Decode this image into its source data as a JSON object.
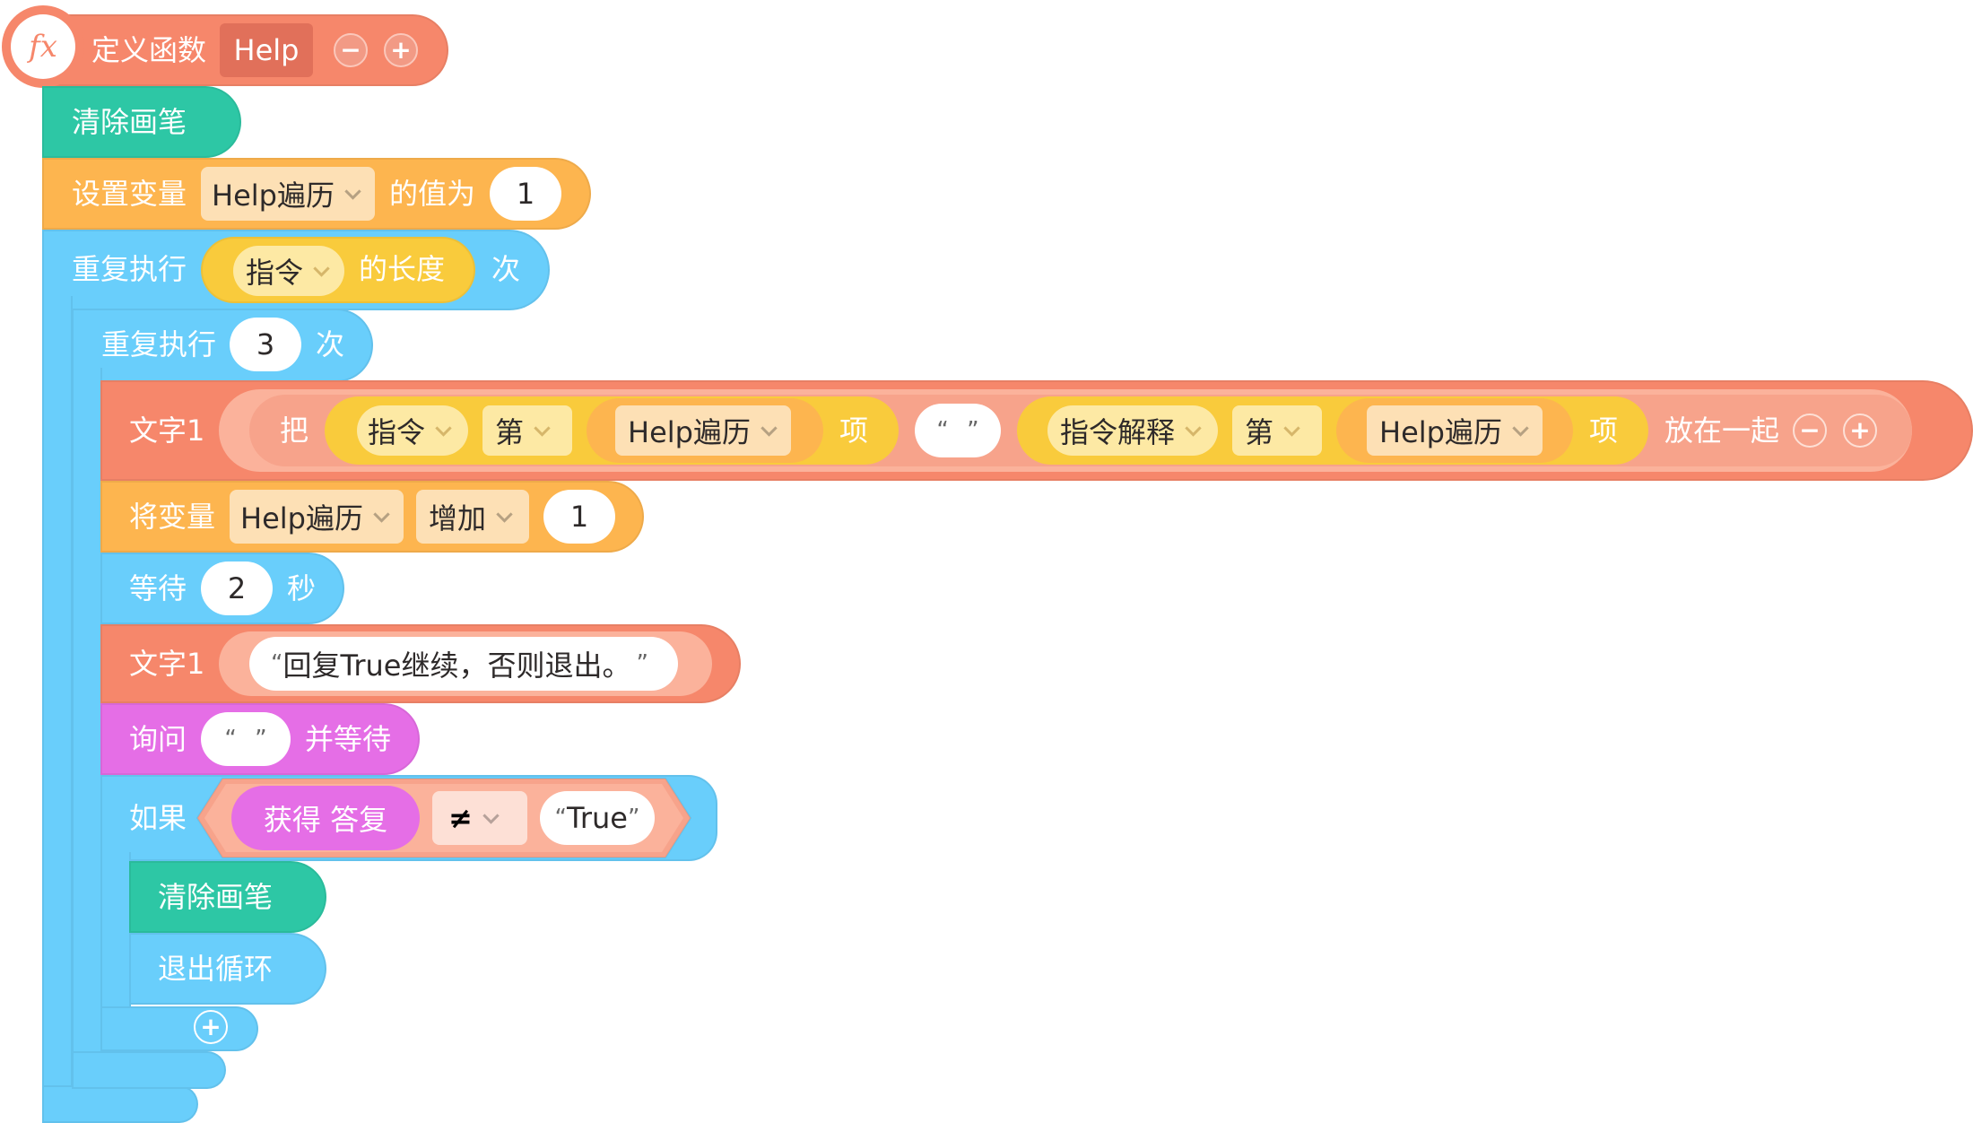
{
  "colors": {
    "func": "#f6876b",
    "pen": "#2dc7a5",
    "variable": "#fdb54f",
    "control": "#69cefb",
    "text": "#f6876b",
    "ask": "#e56ee6",
    "operator": "#f9cb3c",
    "white": "#ffffff"
  },
  "define": {
    "icon_text": "fx",
    "label": "定义函数",
    "name": "Help",
    "minus": "−",
    "plus": "+"
  },
  "clear_pen_1": {
    "label": "清除画笔"
  },
  "set_var": {
    "label": "设置变量",
    "variable": "Help遍历",
    "label2": "的值为",
    "value": "1"
  },
  "repeat_outer": {
    "label": "重复执行",
    "list": "指令",
    "length_label": "的长度",
    "times": "次"
  },
  "repeat_inner": {
    "label": "重复执行",
    "count": "3",
    "times": "次"
  },
  "text_join": {
    "label": "文字1",
    "join_label": "把",
    "list1": "指令",
    "nth1": "第",
    "index1": "Help遍历",
    "item1": "项",
    "open_quote": "“",
    "close_quote": "”",
    "list2": "指令解释",
    "nth2": "第",
    "index2": "Help遍历",
    "item2": "项",
    "together": "放在一起",
    "minus": "−",
    "plus": "+"
  },
  "change_var": {
    "label": "将变量",
    "variable": "Help遍历",
    "op": "增加",
    "value": "1"
  },
  "wait": {
    "label": "等待",
    "seconds": "2",
    "unit": "秒"
  },
  "text_say": {
    "label": "文字1",
    "open_quote": "“",
    "message": "回复True继续，否则退出。",
    "close_quote": "”"
  },
  "ask": {
    "label": "询问",
    "open_quote": "“",
    "close_quote": "”",
    "suffix": "并等待"
  },
  "if_block": {
    "label": "如果",
    "answer": "获得 答复",
    "operator": "≠",
    "open_quote": "“",
    "compare": "True",
    "close_quote": "”"
  },
  "clear_pen_2": {
    "label": "清除画笔"
  },
  "break_loop": {
    "label": "退出循环"
  },
  "add_button": {
    "label": "+"
  }
}
